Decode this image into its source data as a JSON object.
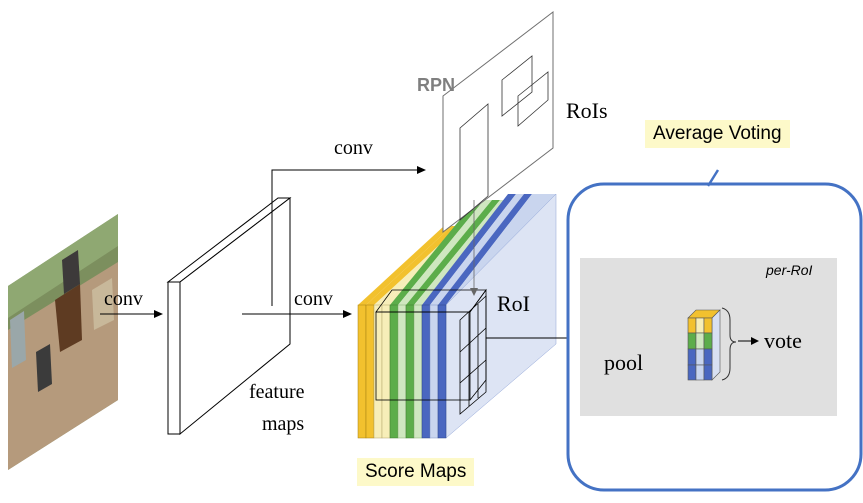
{
  "labels": {
    "conv_input": "conv",
    "conv_top": "conv",
    "conv_mid": "conv",
    "feature_maps_line1": "feature",
    "feature_maps_line2": "maps",
    "rpn": "RPN",
    "rois": "RoIs",
    "roi": "RoI",
    "pool": "pool",
    "vote": "vote",
    "per_roi": "per-RoI"
  },
  "callouts": {
    "average_voting": "Average Voting",
    "score_maps": "Score Maps"
  },
  "colors": {
    "callout_bg": "#fdf9c9",
    "panel_border": "#4472c4",
    "panel_fill": "#e0e0e0",
    "score_yellow": "#f2c12e",
    "score_light_yellow": "#f7eeb8",
    "score_green": "#5cad4a",
    "score_light_green": "#cfe7c0",
    "score_blue": "#4a67c0",
    "score_light_blue": "#c9d5ee"
  }
}
